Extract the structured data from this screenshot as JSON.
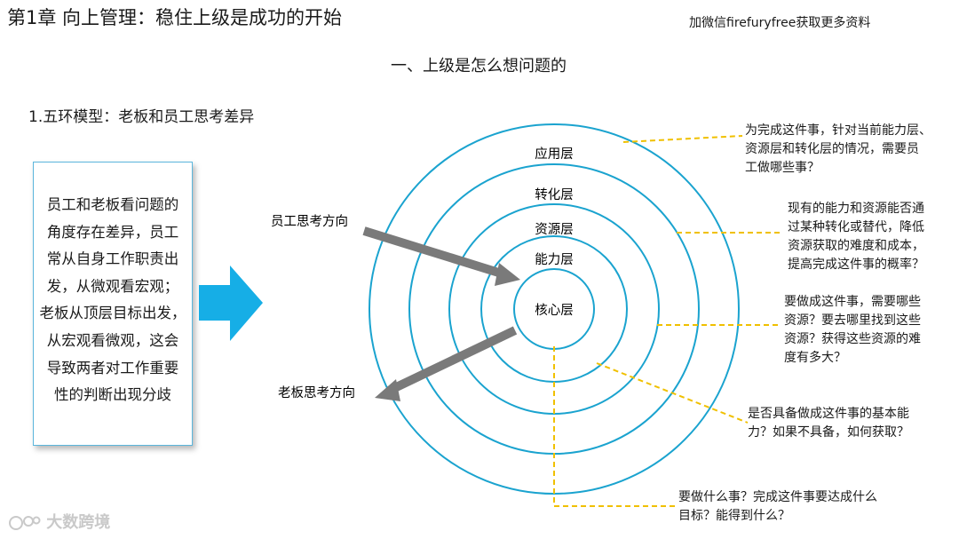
{
  "header": {
    "chapter_title": "第1章 向上管理：稳住上级是成功的开始",
    "promo": "加微信firefuryfree获取更多资料"
  },
  "section_title": "一、上级是怎么想问题的",
  "subsection_title": "1.五环模型：老板和员工思考差异",
  "left_box": {
    "lines": [
      "员工和老板看问题的",
      "角度存在差异，员工",
      "常从自身工作职责出",
      "发，从微观看宏观；",
      "老板从顶层目标出发，",
      "从宏观看微观，这会",
      "导致两者对工作重要",
      "性的判断出现分歧"
    ]
  },
  "rings": {
    "application": "应用层",
    "transformation": "转化层",
    "resource": "资源层",
    "capability": "能力层",
    "core": "核心层"
  },
  "directions": {
    "employee": "员工思考方向",
    "boss": "老板思考方向"
  },
  "notes": {
    "application": [
      "为完成这件事，针对当前能力层、",
      "资源层和转化层的情况，需要员",
      "工做哪些事？"
    ],
    "transformation": [
      "现有的能力和资源能否通",
      "过某种转化或替代，降低",
      "资源获取的难度和成本，",
      "提高完成这件事的概率？"
    ],
    "resource": [
      "要做成这件事，需要哪些",
      "资源？要去哪里找到这些",
      "资源？获得这些资源的难",
      "度有多大？"
    ],
    "capability": [
      "是否具备做成这件事的基本能",
      "力？如果不具备，如何获取？"
    ],
    "core": [
      "要做什么事？完成这件事要达成什么",
      "目标？能得到什么？"
    ]
  },
  "watermark": "大数跨境",
  "colors": {
    "ring": "#1aa3cf",
    "arrow_big": "#16aee6",
    "arrow_gray": "#7a7a7a",
    "leader": "#f0c000"
  }
}
